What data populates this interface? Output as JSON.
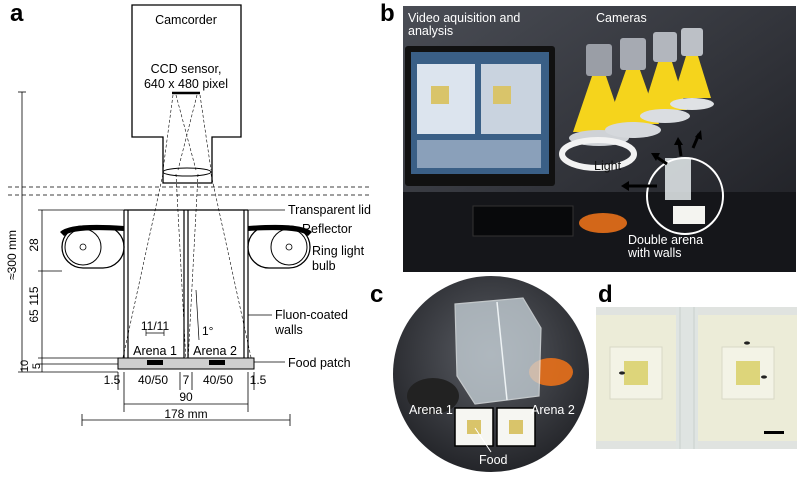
{
  "panels": {
    "a": "a",
    "b": "b",
    "c": "c",
    "d": "d"
  },
  "schematic": {
    "camcorder": "Camcorder",
    "ccd_line1": "CCD sensor,",
    "ccd_line2": "640 x 480 pixel",
    "transparent_lid": "Transparent lid",
    "reflector": "Reflector",
    "ring_light_1": "Ring light",
    "ring_light_2": "bulb",
    "fluon_1": "Fluon-coated",
    "fluon_2": "walls",
    "food_patch": "Food patch",
    "arena_1": "Arena 1",
    "arena_2": "Arena 2",
    "ratio": "11/11",
    "angle": "1°",
    "height_total": "≈300 mm",
    "dim_28": "28",
    "dim_115": "115",
    "dim_65": "65",
    "dim_5": "5",
    "dim_10": "10",
    "dim_1_5_left": "1.5",
    "dim_40_50_left": "40/50",
    "dim_7": "7",
    "dim_40_50_right": "40/50",
    "dim_1_5_right": "1.5",
    "dim_90": "90",
    "dim_178": "178 mm"
  },
  "photo_b": {
    "video_label": "Video aquisition and\nanalysis",
    "cameras_label": "Cameras",
    "light_label": "Light",
    "double_arena_label": "Double arena\nwith walls"
  },
  "photo_c": {
    "arena_1": "Arena 1",
    "arena_2": "Arena 2",
    "food": "Food"
  },
  "colors": {
    "light_cone": "#f5d41c",
    "monitor_screen": "#3a5f86",
    "goggles": "#e8701a",
    "food_patch": "#d9c46a"
  }
}
